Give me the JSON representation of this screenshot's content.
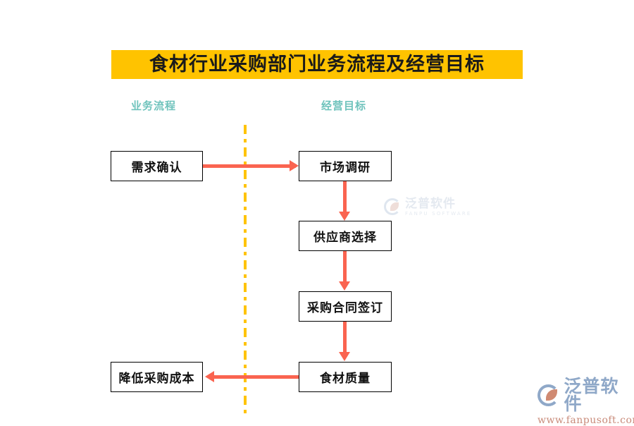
{
  "title": {
    "text": "食材行业采购部门业务流程及经营目标",
    "banner_color": "#FFC300",
    "text_color": "#1a1a1a"
  },
  "columns": {
    "left_header": "业务流程",
    "right_header": "经营目标",
    "header_color": "#6FC3BC"
  },
  "divider": {
    "style": "dash-dot",
    "color": "#FFC300"
  },
  "flow": {
    "arrow_color": "#FA6450",
    "box_border_color": "#000000",
    "nodes": [
      {
        "id": "demand",
        "label": "需求确认",
        "column": "left"
      },
      {
        "id": "market",
        "label": "市场调研",
        "column": "right"
      },
      {
        "id": "supplier",
        "label": "供应商选择",
        "column": "right"
      },
      {
        "id": "contract",
        "label": "采购合同签订",
        "column": "right"
      },
      {
        "id": "quality",
        "label": "食材质量",
        "column": "right"
      },
      {
        "id": "cost",
        "label": "降低采购成本",
        "column": "left"
      }
    ],
    "edges": [
      {
        "from": "demand",
        "to": "market",
        "direction": "right"
      },
      {
        "from": "market",
        "to": "supplier",
        "direction": "down"
      },
      {
        "from": "supplier",
        "to": "contract",
        "direction": "down"
      },
      {
        "from": "contract",
        "to": "quality",
        "direction": "down"
      },
      {
        "from": "quality",
        "to": "cost",
        "direction": "left"
      }
    ]
  },
  "watermark_center": {
    "brand_cn": "泛普软件",
    "brand_en": "FANPU SOFTWARE",
    "color": "#9FB3CC"
  },
  "logo": {
    "brand_cn": "泛普软件",
    "url": "www.fanpusoft.com",
    "brand_color": "#8FA8C8",
    "url_color": "#C98B7A"
  }
}
